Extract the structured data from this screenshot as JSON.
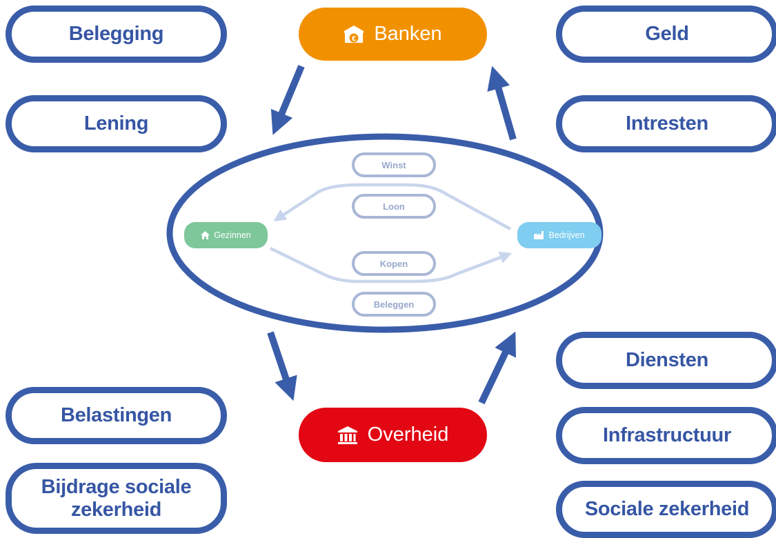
{
  "colors": {
    "primary": "#3a5daa",
    "banks": "#f29100",
    "government": "#e30613",
    "households": "#7ec79b",
    "companies": "#7fcdf0",
    "inner_flow": "#c9d5ec"
  },
  "nodes": {
    "banks": {
      "label": "Banken",
      "icon": "bank-euro-icon"
    },
    "government": {
      "label": "Overheid",
      "icon": "government-building-icon"
    },
    "households": {
      "label": "Gezinnen",
      "icon": "house-icon"
    },
    "companies": {
      "label": "Bedrijven",
      "icon": "factory-icon"
    }
  },
  "inner_flows": {
    "profit": "Winst",
    "wage": "Loon",
    "buy": "Kopen",
    "invest": "Beleggen"
  },
  "labels": {
    "investment": "Belegging",
    "loan": "Lening",
    "money": "Geld",
    "interest": "Intresten",
    "taxes": "Belastingen",
    "social_contribution": "Bijdrage sociale zekerheid",
    "services": "Diensten",
    "infrastructure": "Infrastructuur",
    "social_security": "Sociale zekerheid"
  }
}
